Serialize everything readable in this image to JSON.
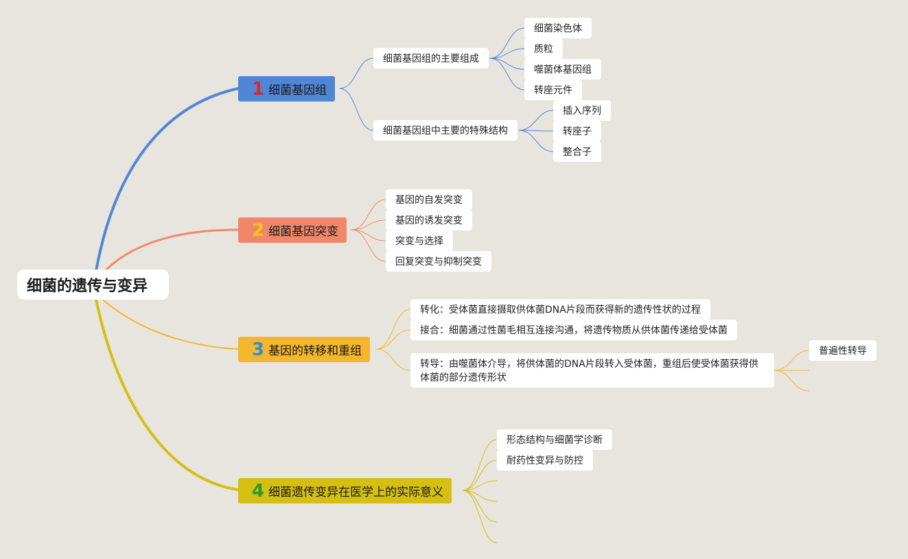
{
  "root": "细菌的遗传与变异",
  "branches": [
    {
      "num": "1",
      "label": "细菌基因组",
      "color": "#4f86d6",
      "num_color": "#d9262a",
      "children": [
        {
          "label": "细菌基因组的主要组成",
          "children": [
            "细菌染色体",
            "质粒",
            "噬菌体基因组",
            "转座元件"
          ]
        },
        {
          "label": "细菌基因组中主要的特殊结构",
          "children": [
            "插入序列",
            "转座子",
            "整合子"
          ]
        }
      ]
    },
    {
      "num": "2",
      "label": "细菌基因突变",
      "color": "#f0876a",
      "num_color": "#f5c518",
      "children": [
        "基因的自发突变",
        "基因的诱发突变",
        "突变与选择",
        "回复突变与抑制突变"
      ]
    },
    {
      "num": "3",
      "label": "基因的转移和重组",
      "color": "#f3b62e",
      "num_color": "#2b8fd6",
      "children": [
        "转化：受体菌直接摄取供体菌DNA片段而获得新的遗传性状的过程",
        "接合：细菌通过性菌毛相互连接沟通，将遗传物质从供体菌传递给受体菌",
        {
          "label": "转导：由噬菌体介导，将供体菌的DNA片段转入受体菌，重组后使受体菌获得供体菌的部分遗传形状",
          "children": [
            "普遍性转导"
          ]
        }
      ]
    },
    {
      "num": "4",
      "label": "细菌遗传变异在医学上的实际意义",
      "color": "#d4bf12",
      "num_color": "#2a9a2a",
      "children": [
        "形态结构与细菌学诊断",
        "耐药性变异与防控"
      ]
    }
  ]
}
